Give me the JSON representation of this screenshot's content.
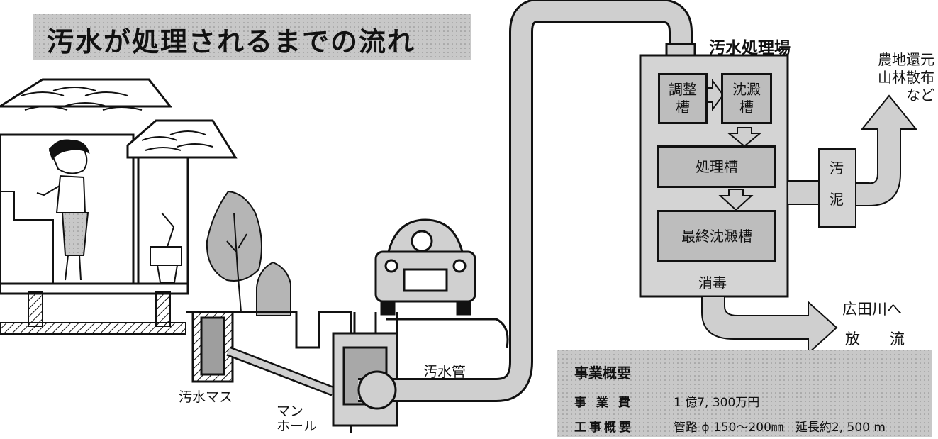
{
  "title": "汚水が処理されるまでの流れ",
  "plant": {
    "name": "汚水処理場",
    "tanks": {
      "adjust": "調整\n槽",
      "settling": "沈澱\n槽",
      "treatment": "処理槽",
      "final": "最終沈澱槽"
    },
    "disinfect": "消毒"
  },
  "labels": {
    "sewer_box": "汚水マス",
    "manhole": "マン\nホール",
    "sewer_pipe": "汚水管",
    "sludge": "汚\n\n泥",
    "farmland": "農地還元\n山林散布\nなど",
    "river_line1": "広田川へ",
    "river_line2": "放　　流"
  },
  "summary": {
    "heading": "事業概要",
    "rows": [
      {
        "key": "事 業 費",
        "value": "1 億7, 300万円"
      },
      {
        "key": "工事概要",
        "value": "管路 ϕ 150～200㎜　延長約2, 500 m"
      }
    ]
  }
}
